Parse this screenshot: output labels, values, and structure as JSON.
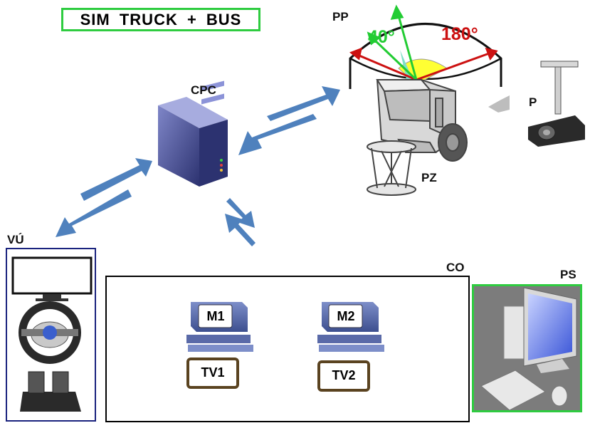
{
  "title": "SIM TRUCK + BUS",
  "labels": {
    "cpc": "CPC",
    "pp": "PP",
    "p": "P",
    "pz": "PZ",
    "vu": "VÚ",
    "co": "CO",
    "ps": "PS"
  },
  "angles": {
    "left": "40°",
    "right": "180°"
  },
  "workstations": [
    {
      "monitor": "M1",
      "tv": "TV1"
    },
    {
      "monitor": "M2",
      "tv": "TV2"
    }
  ],
  "colors": {
    "arrow": "#4f81bd",
    "title_border": "#2ecc40",
    "angle_green": "#22cc33",
    "angle_red": "#cc1111",
    "vu_border": "#1a237e"
  }
}
